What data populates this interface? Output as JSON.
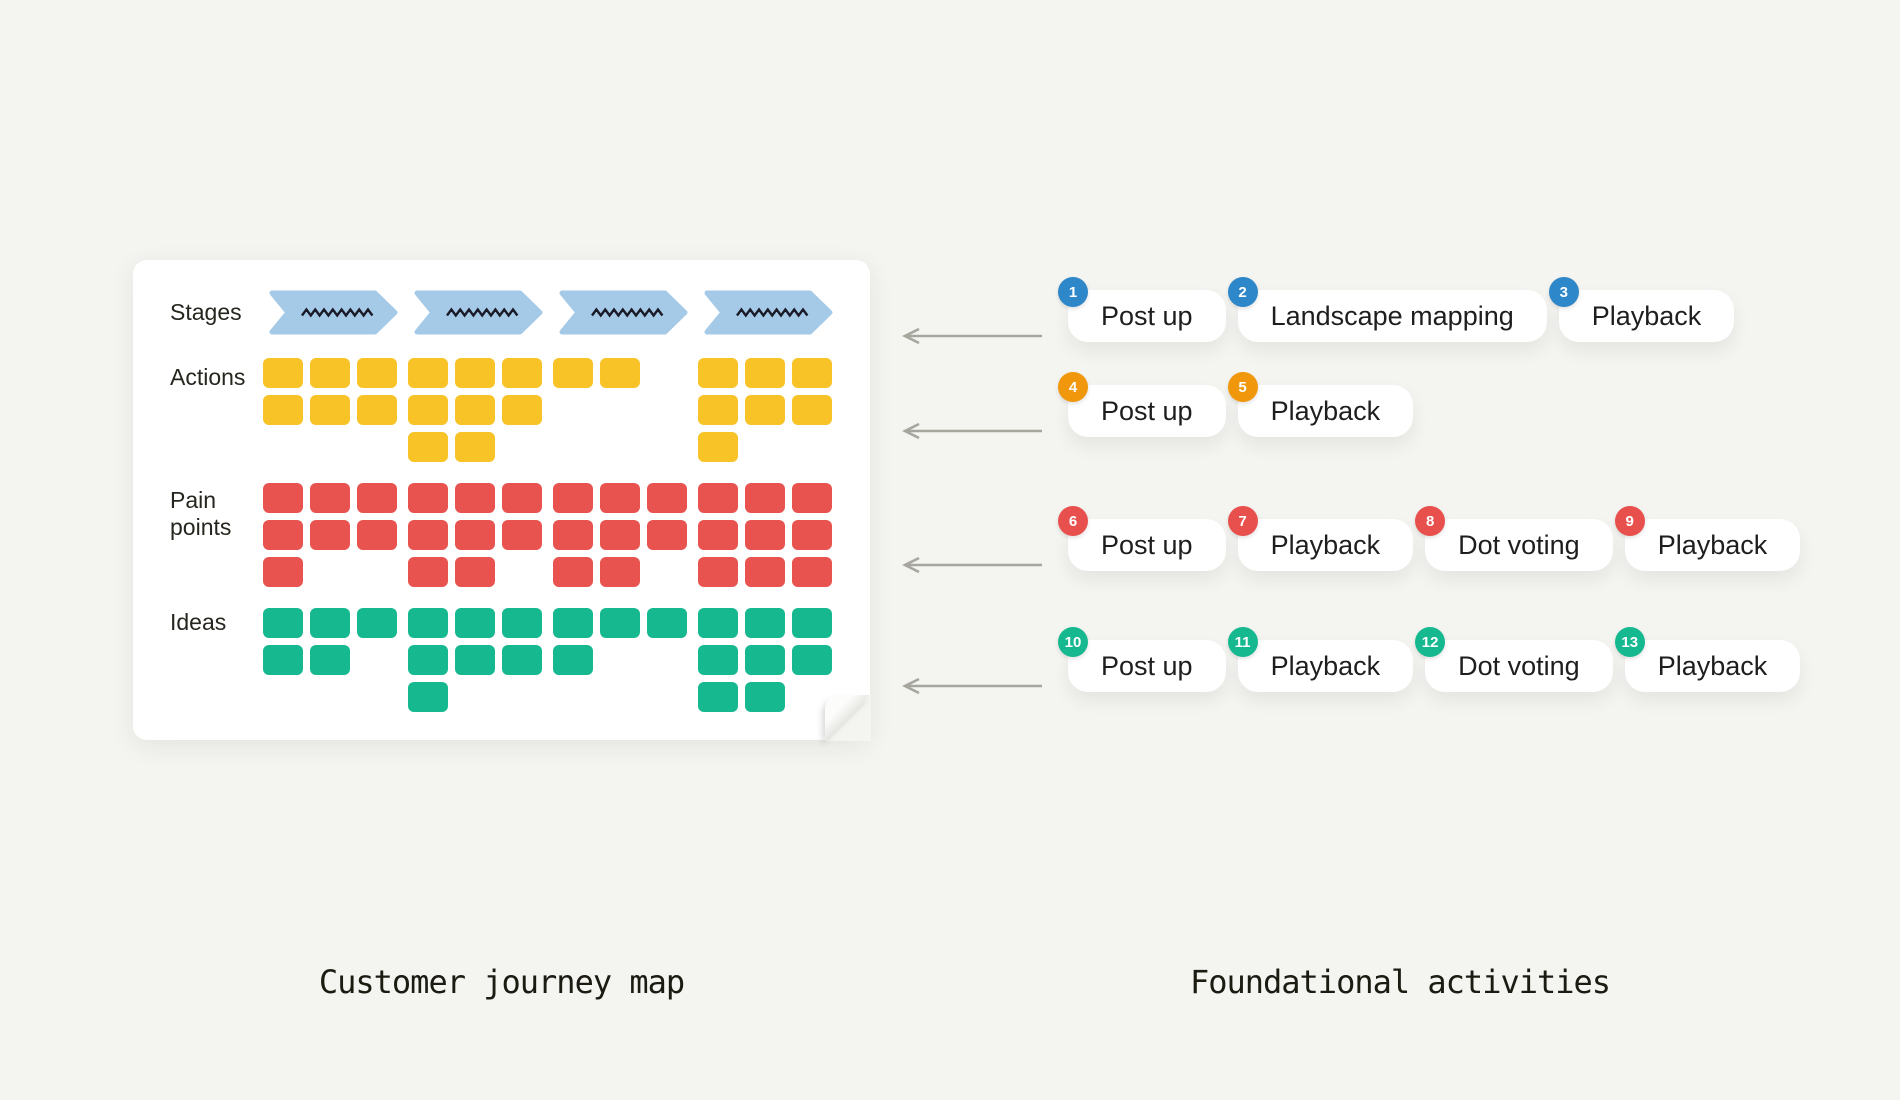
{
  "page_background": "#f4f4f1",
  "journey_map": {
    "caption": "Customer journey map",
    "stages_label": "Stages",
    "stage_count": 4,
    "stage_color": "#a4cae8",
    "squiggle_color": "#1b1b28",
    "sections": [
      {
        "id": "actions",
        "label_lines": [
          "Actions"
        ],
        "color": "#f7c327",
        "groups": [
          [
            3,
            3,
            0
          ],
          [
            3,
            3,
            2
          ],
          [
            2,
            0,
            0
          ],
          [
            3,
            3,
            1
          ]
        ]
      },
      {
        "id": "pain-points",
        "label_lines": [
          "Pain",
          "points"
        ],
        "color": "#e85350",
        "groups": [
          [
            3,
            3,
            1
          ],
          [
            3,
            3,
            2
          ],
          [
            3,
            3,
            2
          ],
          [
            3,
            3,
            3
          ]
        ]
      },
      {
        "id": "ideas",
        "label_lines": [
          "Ideas"
        ],
        "color": "#16b890",
        "groups": [
          [
            3,
            2,
            0
          ],
          [
            3,
            3,
            1
          ],
          [
            3,
            1,
            0
          ],
          [
            3,
            3,
            2
          ]
        ]
      }
    ]
  },
  "activities": {
    "caption": "Foundational activities",
    "arrow_color": "#a6a69e",
    "rows": [
      {
        "badge_color": "#2e87c9",
        "items": [
          {
            "num": "1",
            "label": "Post up"
          },
          {
            "num": "2",
            "label": "Landscape mapping"
          },
          {
            "num": "3",
            "label": "Playback"
          }
        ]
      },
      {
        "badge_color": "#f0970c",
        "items": [
          {
            "num": "4",
            "label": "Post up"
          },
          {
            "num": "5",
            "label": "Playback"
          }
        ]
      },
      {
        "badge_color": "#e8504e",
        "items": [
          {
            "num": "6",
            "label": "Post up"
          },
          {
            "num": "7",
            "label": "Playback"
          },
          {
            "num": "8",
            "label": "Dot voting"
          },
          {
            "num": "9",
            "label": "Playback"
          }
        ]
      },
      {
        "badge_color": "#16b890",
        "items": [
          {
            "num": "10",
            "label": "Post up"
          },
          {
            "num": "11",
            "label": "Playback"
          },
          {
            "num": "12",
            "label": "Dot voting"
          },
          {
            "num": "13",
            "label": "Playback"
          }
        ]
      }
    ]
  }
}
